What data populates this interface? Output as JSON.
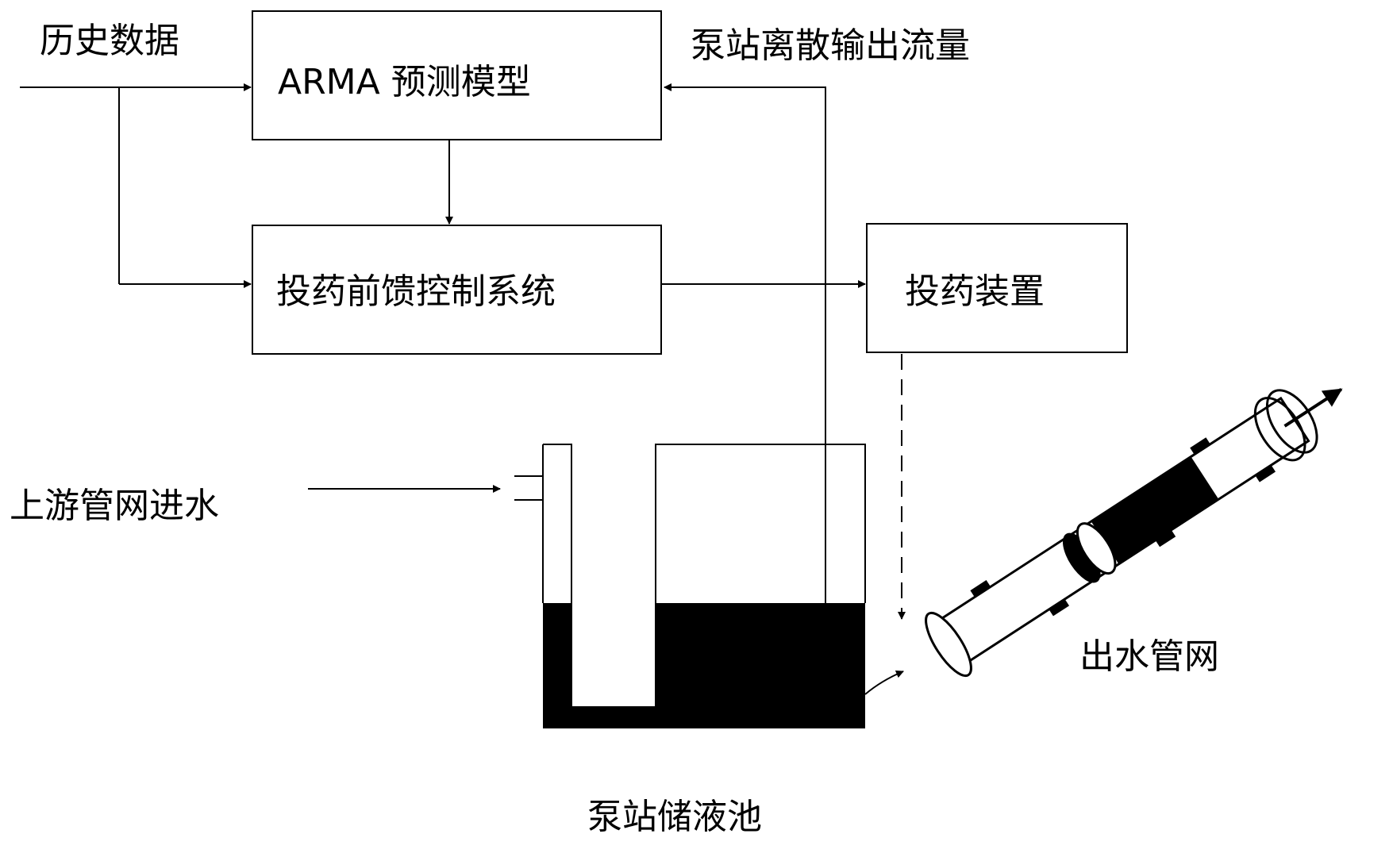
{
  "labels": {
    "historical_data": "历史数据",
    "arma_model": "ARMA 预测模型",
    "discrete_output_flow": "泵站离散输出流量",
    "feedforward_control": "投药前馈控制系统",
    "dosing_device": "投药装置",
    "upstream_inflow": "上游管网进水",
    "outlet_pipe_network": "出水管网",
    "storage_tank": "泵站储液池"
  },
  "colors": {
    "line": "#000000",
    "liquid": "#000000",
    "background": "#ffffff"
  }
}
